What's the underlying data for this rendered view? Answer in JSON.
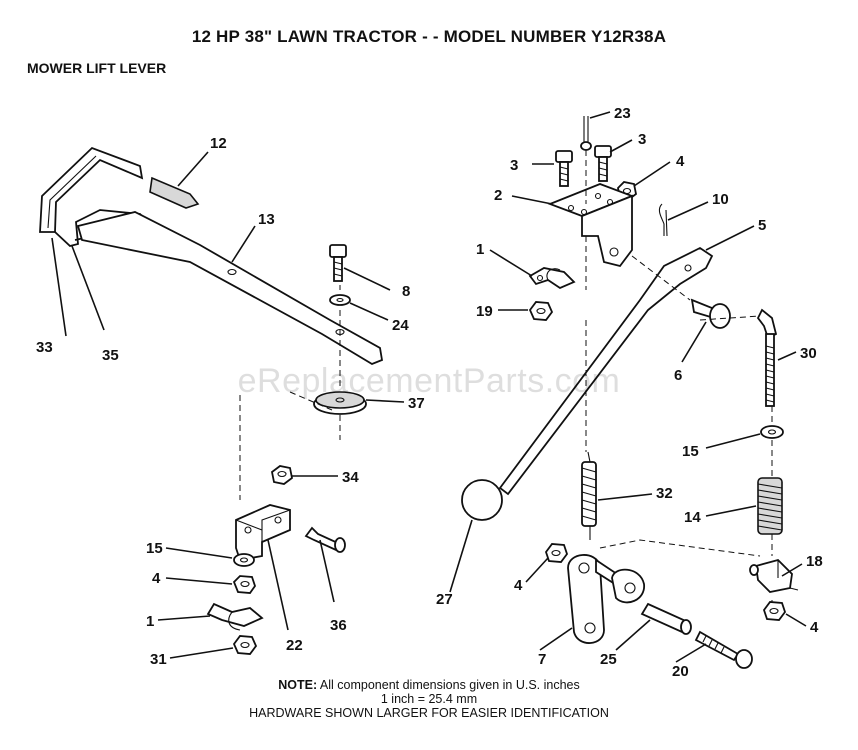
{
  "header": {
    "title": "12 HP 38\" LAWN TRACTOR - - MODEL NUMBER Y12R38A",
    "subtitle": "MOWER LIFT LEVER"
  },
  "watermark": "eReplacementParts.com",
  "parts": {
    "p12": "12",
    "p13": "13",
    "p33": "33",
    "p35": "35",
    "p8": "8",
    "p24": "24",
    "p37": "37",
    "p34": "34",
    "p15a": "15",
    "p4a": "4",
    "p1a": "1",
    "p31": "31",
    "p22": "22",
    "p36": "36",
    "p23": "23",
    "p3a": "3",
    "p3b": "3",
    "p4b": "4",
    "p2": "2",
    "p10": "10",
    "p5": "5",
    "p1b": "1",
    "p19": "19",
    "p6": "6",
    "p30": "30",
    "p15b": "15",
    "p32": "32",
    "p14": "14",
    "p27": "27",
    "p4c": "4",
    "p18": "18",
    "p7": "7",
    "p25": "25",
    "p20": "20",
    "p4d": "4"
  },
  "notes": {
    "note_label": "NOTE:",
    "note_text": "All component dimensions given in U.S. inches",
    "conversion": "1 inch = 25.4 mm",
    "hardware": "HARDWARE SHOWN LARGER FOR EASIER IDENTIFICATION"
  }
}
